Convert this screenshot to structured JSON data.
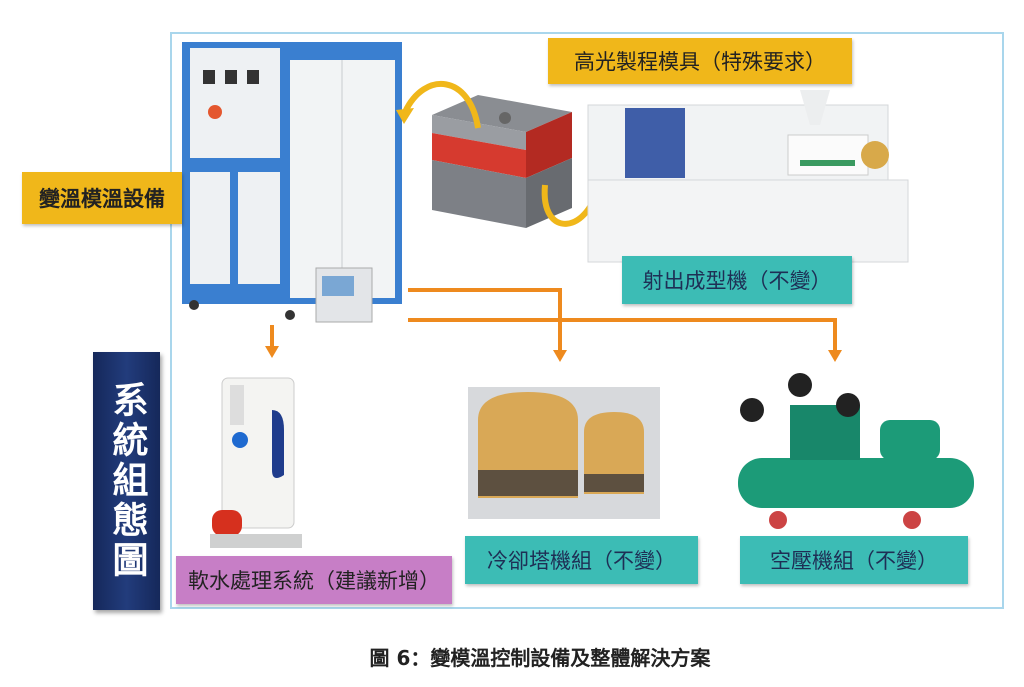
{
  "side_title": "系統組態圖",
  "labels": {
    "temp_equipment": "變溫模溫設備",
    "mold": "高光製程模具（特殊要求）",
    "injection_machine": "射出成型機（不變）",
    "water_softener": "軟水處理系統（建議新增）",
    "cooling_tower": "冷卻塔機組（不變）",
    "air_compressor": "空壓機組（不變）"
  },
  "caption": "圖 6：變模溫控制設備及整體解決方案",
  "colors": {
    "yellow": "#f0b71a",
    "teal": "#3cbcb5",
    "pink": "#c77ec6",
    "navy": "#1a2f68",
    "orange_line": "#ee8a1e",
    "frame": "#a9d6ec"
  }
}
